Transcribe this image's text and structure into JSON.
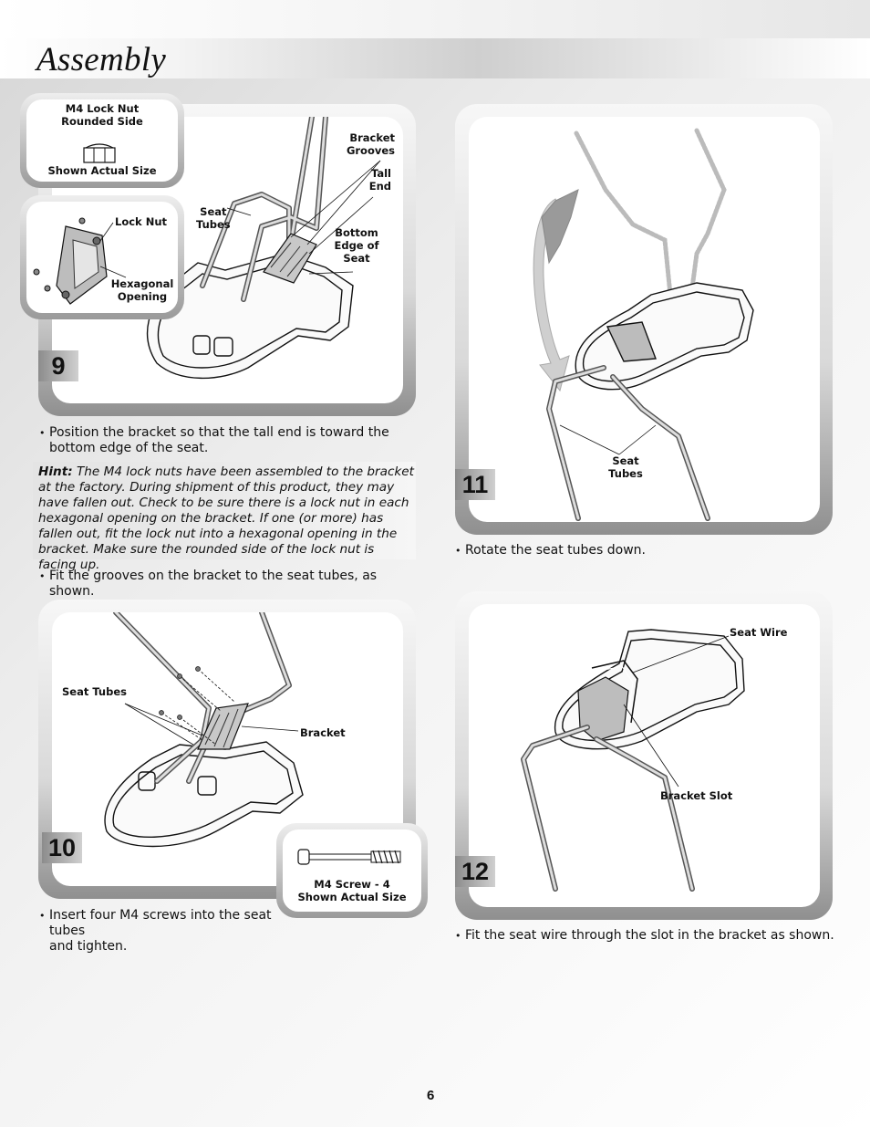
{
  "header": {
    "title": "Assembly"
  },
  "steps": {
    "s9": {
      "number": "9",
      "callout_locknut": {
        "line1": "M4 Lock Nut",
        "line2": "Rounded Side",
        "caption": "Shown Actual Size"
      },
      "callout_bracket": {
        "locknut": "Lock Nut",
        "hex1": "Hexagonal",
        "hex2": "Opening"
      },
      "labels": {
        "seat1": "Seat",
        "seat2": "Tubes",
        "grooves1": "Bracket",
        "grooves2": "Grooves",
        "tall1": "Tall",
        "tall2": "End",
        "bottom1": "Bottom",
        "bottom2": "Edge of",
        "bottom3": "Seat"
      },
      "bullet1_l1": "Position the bracket so that the tall end is toward the",
      "bullet1_l2": "bottom edge of the seat.",
      "hint_label": "Hint:",
      "hint_text": "The M4 lock nuts have been assembled to the bracket at the factory. During shipment of this product, they may have fallen out. Check to be sure there is a lock nut in each hexagonal opening on the bracket. If one (or more) has fallen out, fit the lock nut into a hexagonal opening in the bracket. Make sure the rounded side of the lock nut is facing up.",
      "bullet2": "Fit the grooves on the bracket to the seat tubes, as shown."
    },
    "s10": {
      "number": "10",
      "labels": {
        "seat_tubes": "Seat Tubes",
        "bracket": "Bracket"
      },
      "callout_screw": {
        "line1": "M4 Screw - 4",
        "line2": "Shown Actual Size"
      },
      "bullet_l1": "Insert four M4 screws into the seat tubes",
      "bullet_l2": "and tighten."
    },
    "s11": {
      "number": "11",
      "labels": {
        "seat1": "Seat",
        "seat2": "Tubes"
      },
      "bullet": "Rotate the seat tubes down."
    },
    "s12": {
      "number": "12",
      "labels": {
        "seat_wire": "Seat Wire",
        "bracket_slot": "Bracket Slot"
      },
      "bullet": "Fit the seat wire through the slot in the bracket as shown."
    }
  },
  "footer": {
    "page": "6"
  },
  "icons": [
    "lock-nut-icon",
    "bracket-icon",
    "screw-icon",
    "rotate-arrow-icon",
    "seat-illustration"
  ]
}
